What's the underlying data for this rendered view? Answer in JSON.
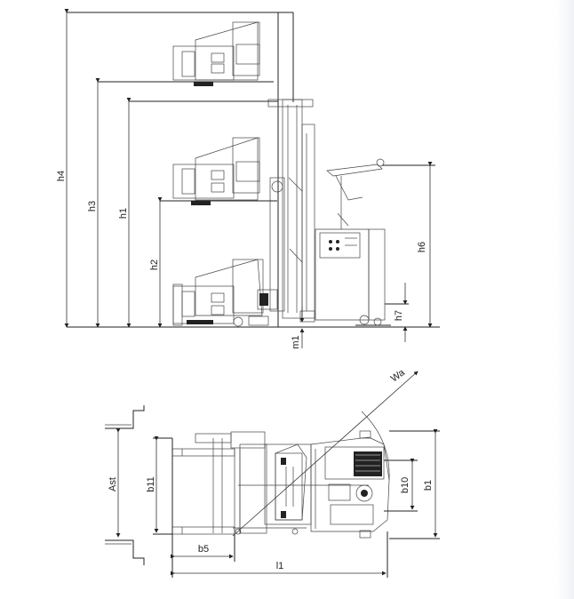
{
  "side_view": {
    "labels": {
      "h4": "h4",
      "h3": "h3",
      "h1": "h1",
      "h2": "h2",
      "h6": "h6",
      "h7": "h7",
      "m1": "m1"
    }
  },
  "top_view": {
    "labels": {
      "wa": "Wa",
      "ast": "Ast",
      "b11": "b11",
      "b10": "b10",
      "b1": "b1",
      "b5": "b5",
      "l1": "l1"
    }
  }
}
